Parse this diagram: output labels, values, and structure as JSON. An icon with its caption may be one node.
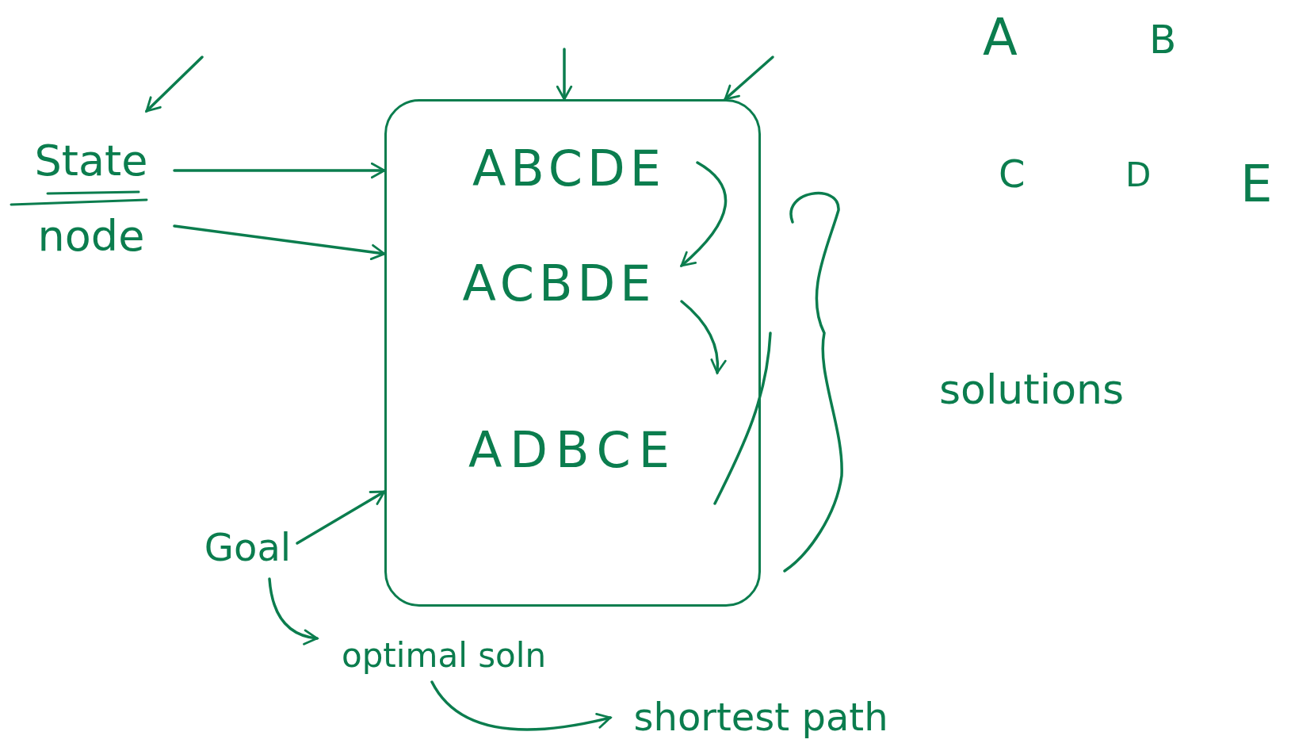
{
  "diagram": {
    "nodes": [
      {
        "text": [
          "State",
          "node"
        ]
      },
      {
        "text": [],
        "shape": "box"
      },
      {
        "text": [
          "ABCDE"
        ],
        "in": 1
      },
      {
        "text": [
          "ACBDE"
        ],
        "in": 1
      },
      {
        "text": [
          "ADBCE"
        ],
        "in": 1
      },
      {
        "text": [
          "Goal"
        ]
      },
      {
        "text": [
          "optimal soln"
        ]
      },
      {
        "text": [
          "shortest path"
        ]
      }
    ],
    "edges": [
      {
        "from": null,
        "to": 0,
        "arrow": "to"
      },
      {
        "from": 0,
        "to": 1,
        "arrow": "to"
      },
      {
        "from": 0,
        "to": 1,
        "arrow": "to"
      },
      {
        "from": null,
        "to": 1,
        "arrow": "to"
      },
      {
        "from": null,
        "to": 1,
        "arrow": "to"
      },
      {
        "from": 2,
        "to": 3,
        "arrow": "to"
      },
      {
        "from": 3,
        "to": null,
        "arrow": "to"
      },
      {
        "from": 5,
        "to": 1,
        "arrow": "to"
      },
      {
        "from": 5,
        "to": 6,
        "arrow": "to"
      },
      {
        "from": 6,
        "to": 7,
        "arrow": "to"
      }
    ],
    "labels": [
      "A",
      "B",
      "C",
      "D",
      "E",
      "solutions"
    ]
  }
}
